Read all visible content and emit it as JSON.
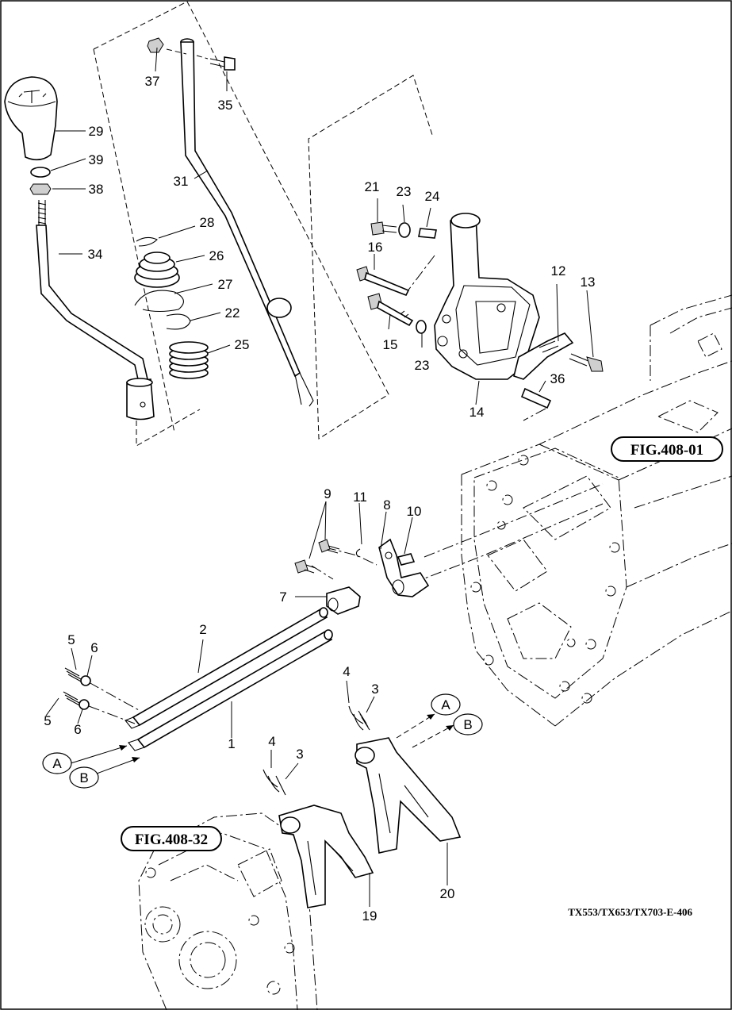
{
  "figure_id": "TX553/TX653/TX703-E-406",
  "cross_refs": {
    "upper": "FIG.408-01",
    "lower": "FIG.408-32"
  },
  "arrow_tags": [
    "A",
    "B"
  ],
  "part_numbers": {
    "p1": "1",
    "p2": "2",
    "p3a": "3",
    "p3b": "3",
    "p4a": "4",
    "p4b": "4",
    "p5a": "5",
    "p5b": "5",
    "p6a": "6",
    "p6b": "6",
    "p7": "7",
    "p8": "8",
    "p9": "9",
    "p10": "10",
    "p11": "11",
    "p12": "12",
    "p13": "13",
    "p14": "14",
    "p15": "15",
    "p16": "16",
    "p19": "19",
    "p20": "20",
    "p21": "21",
    "p22": "22",
    "p23a": "23",
    "p23b": "23",
    "p24": "24",
    "p25": "25",
    "p26": "26",
    "p27": "27",
    "p28": "28",
    "p29": "29",
    "p31": "31",
    "p34": "34",
    "p35": "35",
    "p36": "36",
    "p37": "37",
    "p38": "38",
    "p39": "39"
  }
}
